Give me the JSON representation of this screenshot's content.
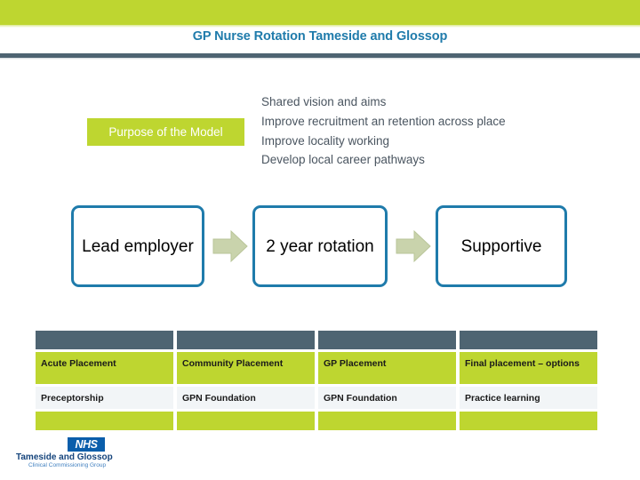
{
  "header": {
    "title": "GP Nurse Rotation Tameside and Glossop",
    "green_bar_color": "#bed630",
    "rule_color": "#4e6472",
    "title_color": "#1f7bab"
  },
  "purpose": {
    "badge_label": "Purpose of the Model",
    "badge_bg": "#bed630",
    "aims": [
      "Shared vision and aims",
      "Improve recruitment an retention across place",
      "Improve locality working",
      "Develop local career pathways"
    ]
  },
  "flow": {
    "arrow_color": "#c9d3ac",
    "box_border_color": "#1f7bab",
    "steps": [
      {
        "label": "Lead employer"
      },
      {
        "label": "2 year rotation"
      },
      {
        "label": "Supportive"
      }
    ],
    "arrows": [
      {
        "name": "arrow-1"
      },
      {
        "name": "arrow-2"
      }
    ]
  },
  "grid": {
    "header_bg": "#4e6472",
    "green_bg": "#bed630",
    "white_bg": "#f2f5f7",
    "header_row": [
      "",
      "",
      "",
      ""
    ],
    "rows": [
      [
        "Acute Placement",
        "Community Placement",
        "GP Placement",
        "Final placement – options"
      ],
      [
        "Preceptorship",
        "GPN Foundation",
        "GPN Foundation",
        "Practice learning"
      ],
      [
        "",
        "",
        "",
        ""
      ]
    ]
  },
  "logo": {
    "mark": "NHS",
    "name": "Tameside and Glossop",
    "subtitle": "Clinical Commissioning Group",
    "mark_bg": "#0a5eab"
  }
}
